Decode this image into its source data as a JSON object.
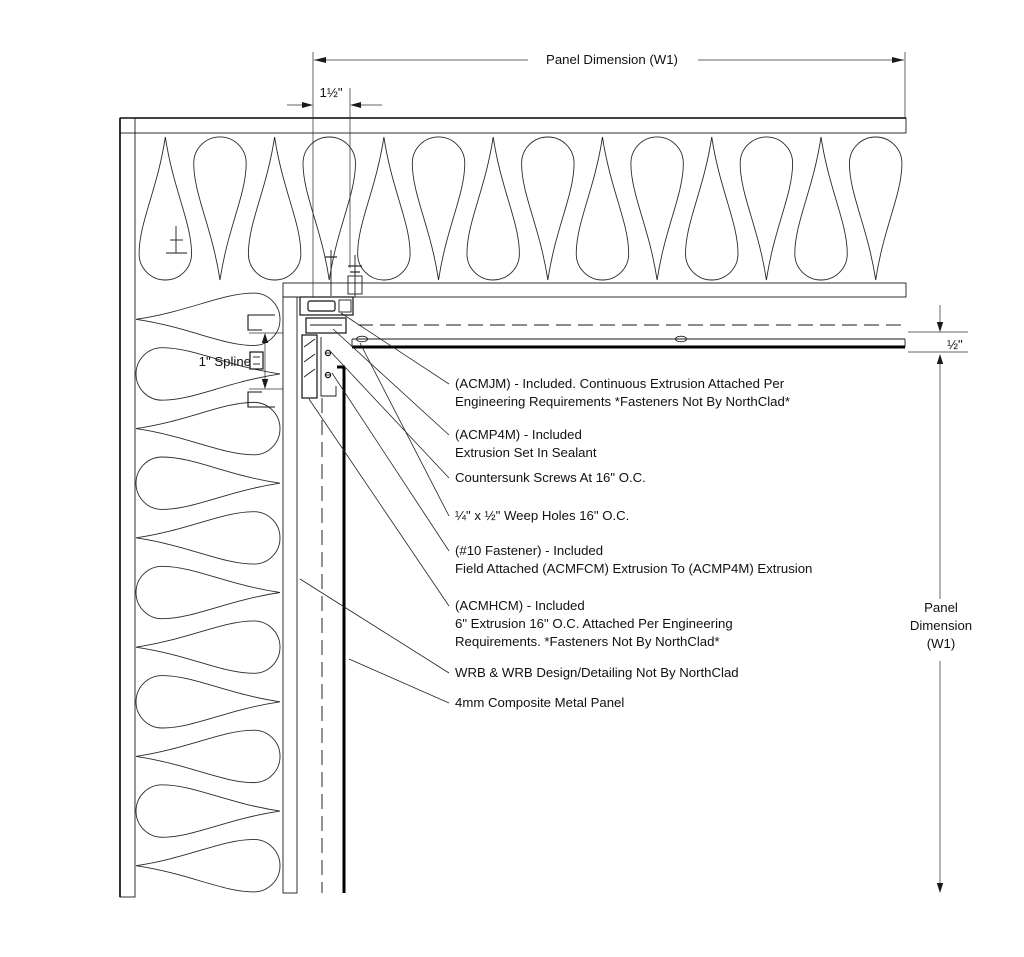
{
  "dims": {
    "panel_w1_top": "Panel Dimension (W1)",
    "panel_w1_right_lines": [
      "Panel",
      "Dimension",
      "(W1)"
    ],
    "joint_offset": "1½\"",
    "spline": "1\" Spline",
    "reveal": "½\""
  },
  "callouts": [
    {
      "id": "acmjm",
      "lines": [
        "(ACMJM) - Included. Continuous Extrusion Attached Per",
        "Engineering Requirements *Fasteners Not By NorthClad*"
      ]
    },
    {
      "id": "acmp4m",
      "lines": [
        "(ACMP4M) - Included",
        "Extrusion Set In Sealant"
      ]
    },
    {
      "id": "countersunk-screws",
      "lines": [
        "Countersunk Screws At 16\" O.C."
      ]
    },
    {
      "id": "weep-holes",
      "lines": [
        "¼\" x ½\" Weep Holes 16\" O.C."
      ]
    },
    {
      "id": "fastener-10",
      "lines": [
        "(#10 Fastener) - Included",
        "Field Attached (ACMFCM) Extrusion To (ACMP4M) Extrusion"
      ]
    },
    {
      "id": "acmhcm",
      "lines": [
        "(ACMHCM) - Included",
        "6\" Extrusion 16\" O.C. Attached Per Engineering",
        "Requirements. *Fasteners Not By NorthClad*"
      ]
    },
    {
      "id": "wrb",
      "lines": [
        "WRB & WRB Design/Detailing Not By NorthClad"
      ]
    },
    {
      "id": "panel",
      "lines": [
        "4mm Composite Metal Panel"
      ]
    }
  ]
}
